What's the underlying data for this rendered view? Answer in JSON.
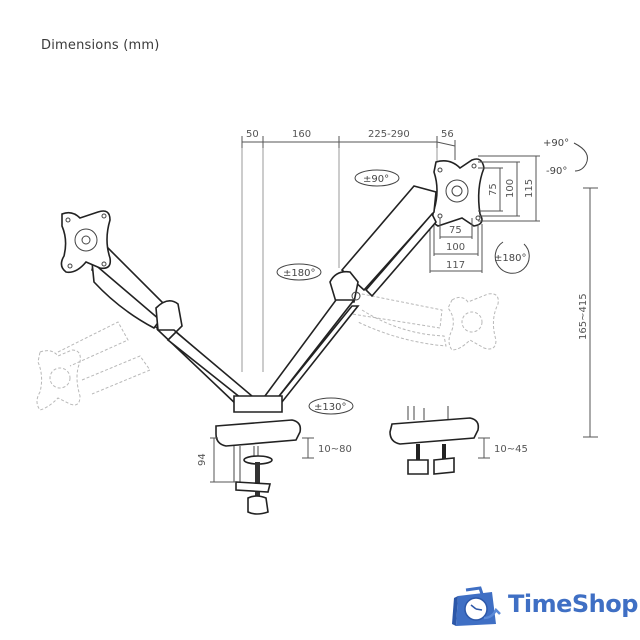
{
  "title": "Dimensions (mm)",
  "top_dimensions": {
    "seg1": "50",
    "seg2": "160",
    "seg3": "225-290",
    "seg4": "56"
  },
  "tilt": {
    "plus": "+90°",
    "minus": "-90°"
  },
  "vesa_vertical": {
    "inner": "75",
    "middle": "100",
    "outer": "115"
  },
  "vesa_horizontal": {
    "inner": "75",
    "middle": "100",
    "outer": "117"
  },
  "rotations": {
    "monitor_swivel": "±90°",
    "elbow_swivel": "±180°",
    "screen_rotation": "±180°",
    "base_swivel": "±130°"
  },
  "height_range": "165~415",
  "clamp": {
    "height": "94",
    "desk_thickness": "10~80"
  },
  "grommet": {
    "desk_thickness": "10~45"
  },
  "brand": {
    "name": "TimeShop",
    "color": "#3f6fc4"
  },
  "colors": {
    "line": "#222222",
    "dimension": "#555555",
    "ghost": "#b8b8b8",
    "background": "#ffffff"
  }
}
